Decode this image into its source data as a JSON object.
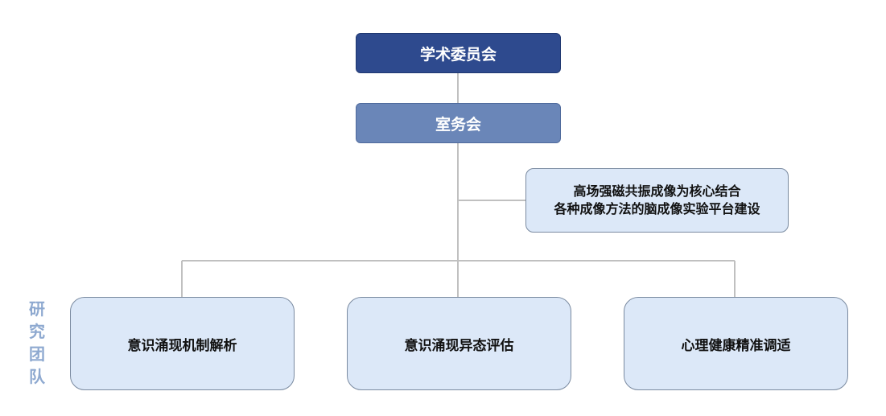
{
  "top": {
    "label": "学术委员会"
  },
  "office": {
    "label": "室务会"
  },
  "platform": {
    "line1": "高场强磁共振成像为核心结合",
    "line2": "各种成像方法的脑成像实验平台建设"
  },
  "teams": [
    {
      "label": "意识涌现机制解析"
    },
    {
      "label": "意识涌现异态评估"
    },
    {
      "label": "心理健康精准调适"
    }
  ],
  "side_label": [
    "研",
    "究",
    "团",
    "队"
  ],
  "colors": {
    "top_fill": "#2e4a8e",
    "office_fill": "#6a86b8",
    "box_fill": "#dce8f8",
    "connector": "#c0c0c0",
    "side_text": "#8ea9d0"
  }
}
